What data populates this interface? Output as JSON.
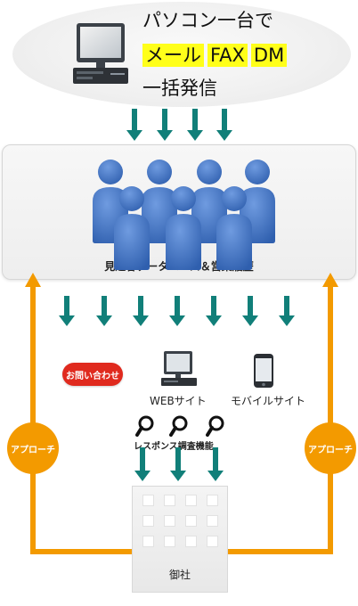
{
  "headline": {
    "line1": "パソコン一台で",
    "badge_mail": "メール",
    "badge_fax": "FAX",
    "badge_dm": "DM",
    "line3": "一括発信"
  },
  "database": {
    "label": "見込客データベース＆営業履歴"
  },
  "channels": {
    "inquiry": "お問い合わせ",
    "web": "WEBサイト",
    "mobile": "モバイルサイト",
    "response": "レスポンス調査機能"
  },
  "approach": {
    "left": "アプローチ",
    "right": "アプローチ"
  },
  "company": {
    "label": "御社"
  },
  "colors": {
    "arrow_teal": "#117f79",
    "orange": "#f39a00",
    "person_blue": "#2f5fae",
    "highlight": "#ffff1a",
    "badge_red": "#e02a1e"
  }
}
